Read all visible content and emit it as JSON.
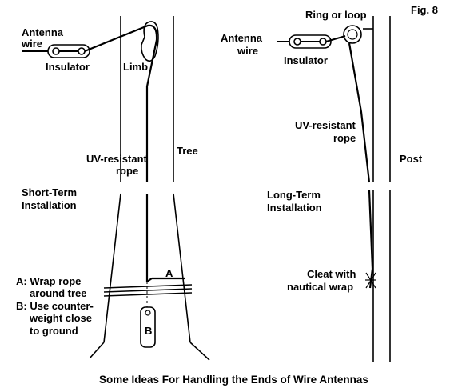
{
  "figure": {
    "fig_label": "Fig. 8",
    "caption": "Some Ideas For Handling the Ends of Wire Antennas"
  },
  "left_panel": {
    "antenna_wire": [
      "Antenna",
      "wire"
    ],
    "insulator": "Insulator",
    "limb": "Limb",
    "rope": [
      "UV-resistant",
      "rope"
    ],
    "tree": "Tree",
    "installation": [
      "Short-Term",
      "Installation"
    ],
    "marker_a": "A",
    "marker_b": "B",
    "notes": [
      "A: Wrap rope",
      "around tree",
      "B: Use counter-",
      "weight close",
      "to ground"
    ]
  },
  "right_panel": {
    "antenna_wire": [
      "Antenna",
      "wire"
    ],
    "insulator": "Insulator",
    "ring": "Ring or loop",
    "rope": [
      "UV-resistant",
      "rope"
    ],
    "post": "Post",
    "installation": [
      "Long-Term",
      "Installation"
    ],
    "cleat": [
      "Cleat with",
      "nautical wrap"
    ]
  }
}
